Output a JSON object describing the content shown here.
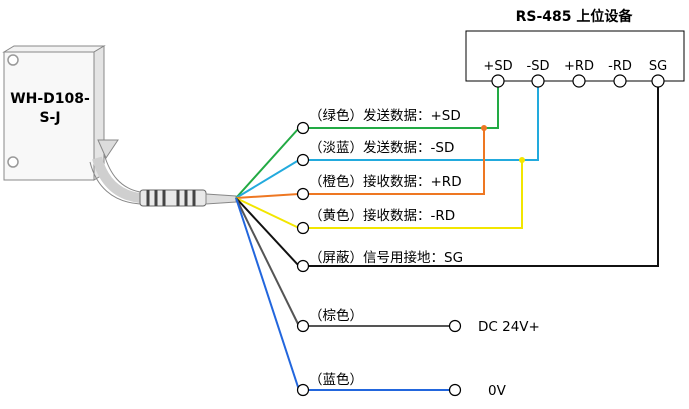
{
  "sensor": {
    "model_line1": "WH-D108-",
    "model_line2": "S-J"
  },
  "host": {
    "title": "RS-485 上位设备",
    "terminals": [
      "+SD",
      "-SD",
      "+RD",
      "-RD",
      "SG"
    ]
  },
  "wires": [
    {
      "id": "green",
      "label": "（绿色）发送数据：+SD",
      "color": "#22aa44"
    },
    {
      "id": "lightblue",
      "label": "（淡蓝）发送数据：-SD",
      "color": "#22aadd"
    },
    {
      "id": "orange",
      "label": "（橙色）接收数据：+RD",
      "color": "#ee7722"
    },
    {
      "id": "yellow",
      "label": "（黄色）接收数据：-RD",
      "color": "#f2e600"
    },
    {
      "id": "shield",
      "label": "（屏蔽）信号用接地：SG",
      "color": "#111111"
    },
    {
      "id": "brown",
      "label": "（棕色）",
      "color": "#555555",
      "supply": "DC 24V+"
    },
    {
      "id": "blue",
      "label": "（蓝色）",
      "color": "#2266dd",
      "supply": "0V"
    }
  ]
}
